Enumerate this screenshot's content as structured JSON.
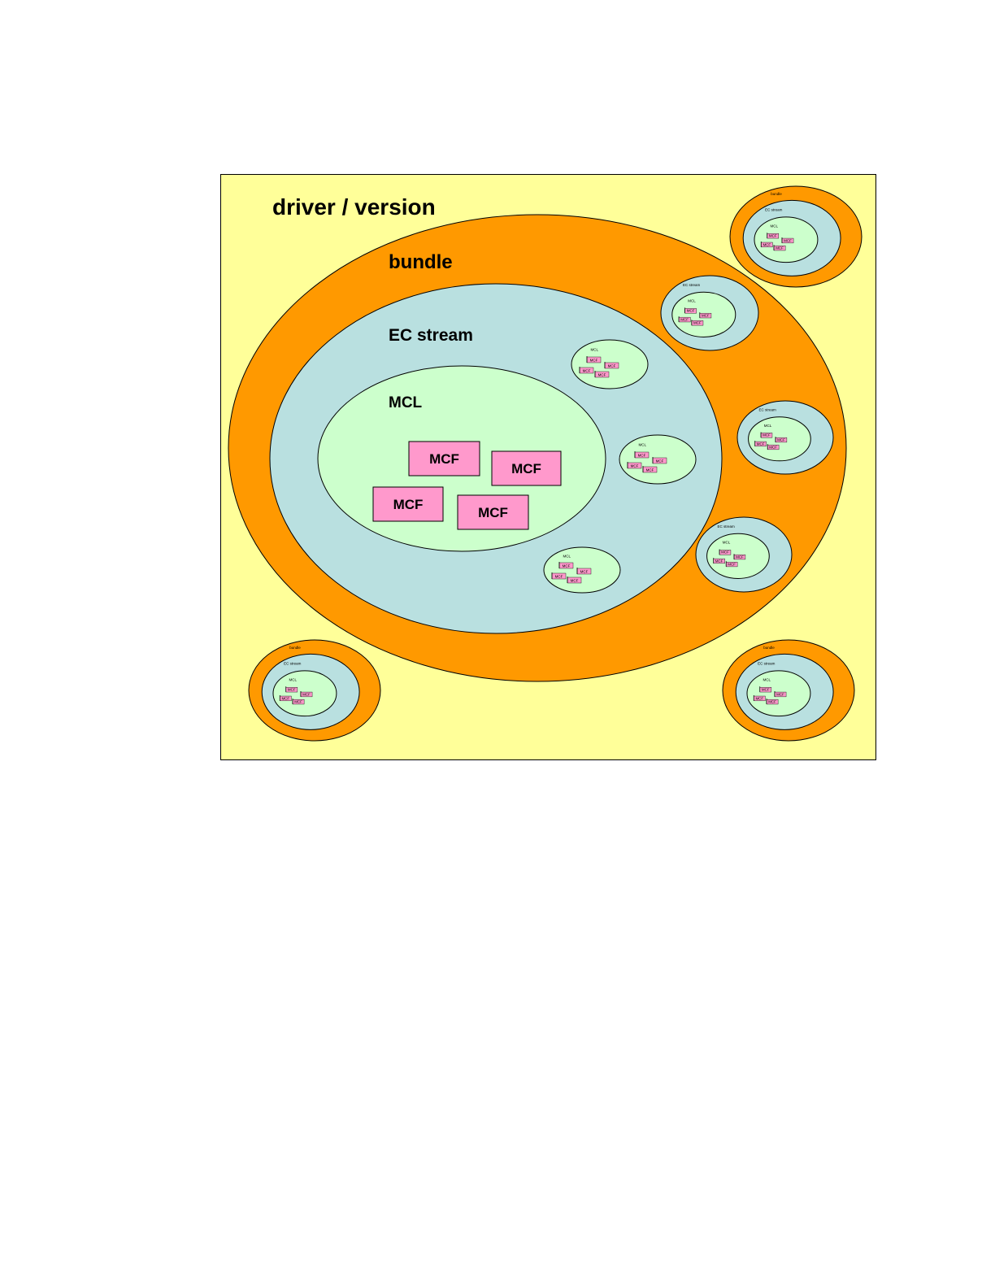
{
  "diagram": {
    "labels": {
      "driver": "driver / version",
      "bundle": "bundle",
      "ec_stream": "EC stream",
      "mcl": "MCL",
      "mcf": "MCF"
    },
    "colors": {
      "driver_fill": "#ffff99",
      "bundle_fill": "#ff9900",
      "ec_stream_fill": "#b9e0e0",
      "mcl_fill": "#ccffcc",
      "mcf_fill": "#ff99cc",
      "outline": "#000000"
    }
  }
}
